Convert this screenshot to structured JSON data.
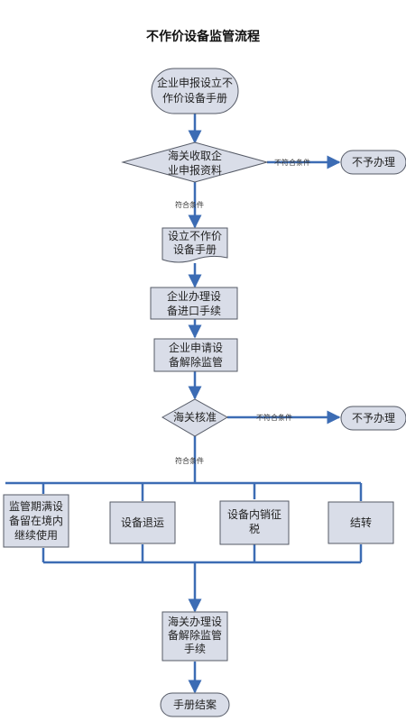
{
  "title": "不作价设备监管流程",
  "nodes": {
    "start": [
      "企业申报设立不",
      "作价设备手册"
    ],
    "customs_receive": [
      "海关收取企",
      "业申报资料"
    ],
    "reject1": [
      "不予办理"
    ],
    "setup_manual": [
      "设立不作价",
      "设备手册"
    ],
    "import_proc": [
      "企业办理设",
      "备进口手续"
    ],
    "apply_release": [
      "企业申请设",
      "备解除监管"
    ],
    "customs_approve": [
      "海关核准"
    ],
    "reject2": [
      "不予办理"
    ],
    "opt_stay": [
      "监管期满设",
      "备留在境内",
      "继续使用"
    ],
    "opt_return": [
      "设备退运"
    ],
    "opt_domestic": [
      "设备内销征",
      "税"
    ],
    "opt_transfer": [
      "结转"
    ],
    "customs_release": [
      "海关办理设",
      "备解除监管",
      "手续"
    ],
    "end": [
      "手册结案"
    ]
  },
  "edges": {
    "not_qualified_1": "不符合条件",
    "qualified_1": "符合条件",
    "not_qualified_2": "不符合条件",
    "qualified_2": "符合条件"
  },
  "colors": {
    "fill": "#d9dde8",
    "stroke": "#555a66",
    "arrow": "#3c6cb4"
  }
}
